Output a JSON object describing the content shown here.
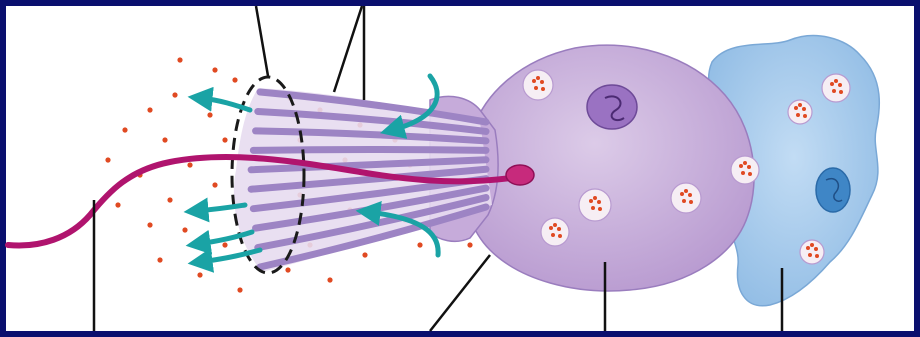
{
  "figure": {
    "frame_color": "#0a0f6e",
    "panel_color": "#ffffff",
    "choanocyte_cell_color": "#cbb3dc",
    "amoebocyte_color": "#9cc6ea",
    "collar_color": "#a98cc8",
    "flagellum_color": "#b0146e",
    "water_flow_arrow_color": "#1aa3a5",
    "food_particle_color": "#e04a22"
  },
  "structures": [
    {
      "name": "collar-of-microvilli",
      "labeled": false
    },
    {
      "name": "microvilli",
      "labeled": false
    },
    {
      "name": "flagellum",
      "labeled": false
    },
    {
      "name": "food-particles",
      "labeled": false
    },
    {
      "name": "choanocyte-cell-body",
      "labeled": false
    },
    {
      "name": "amoebocyte",
      "labeled": false
    }
  ]
}
